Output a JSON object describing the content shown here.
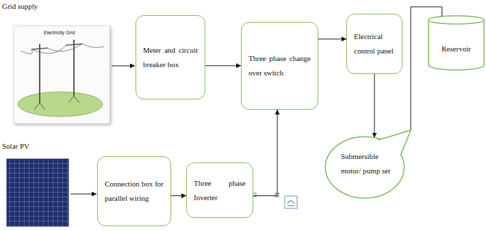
{
  "diagram": {
    "nodes": [
      {
        "text": [
          "Meter and circuit breaker box"
        ]
      },
      {
        "text": [
          "Three phase change over switch"
        ]
      },
      {
        "text": [
          "Electrical control panel"
        ]
      },
      {
        "text": [
          "Reservoir"
        ]
      },
      {
        "text": [
          "Connection box for parallel wiring"
        ]
      },
      {
        "text": [
          "Three phase Inverter"
        ]
      },
      {
        "text": [
          "Submersible motor/ pump set"
        ]
      }
    ],
    "edges": [
      {
        "from": 0,
        "to": 1,
        "arrow": "to"
      },
      {
        "from": 1,
        "to": 2,
        "arrow": "to"
      },
      {
        "from": 2,
        "to": 6,
        "arrow": "to"
      },
      {
        "from": 6,
        "to": 3,
        "arrow": "to"
      },
      {
        "from": 4,
        "to": 5,
        "arrow": "to"
      },
      {
        "from": 5,
        "to": 1,
        "arrow": "to"
      }
    ],
    "labels": [
      "Grid supply",
      "Electricity Grid",
      "Solar PV"
    ]
  }
}
